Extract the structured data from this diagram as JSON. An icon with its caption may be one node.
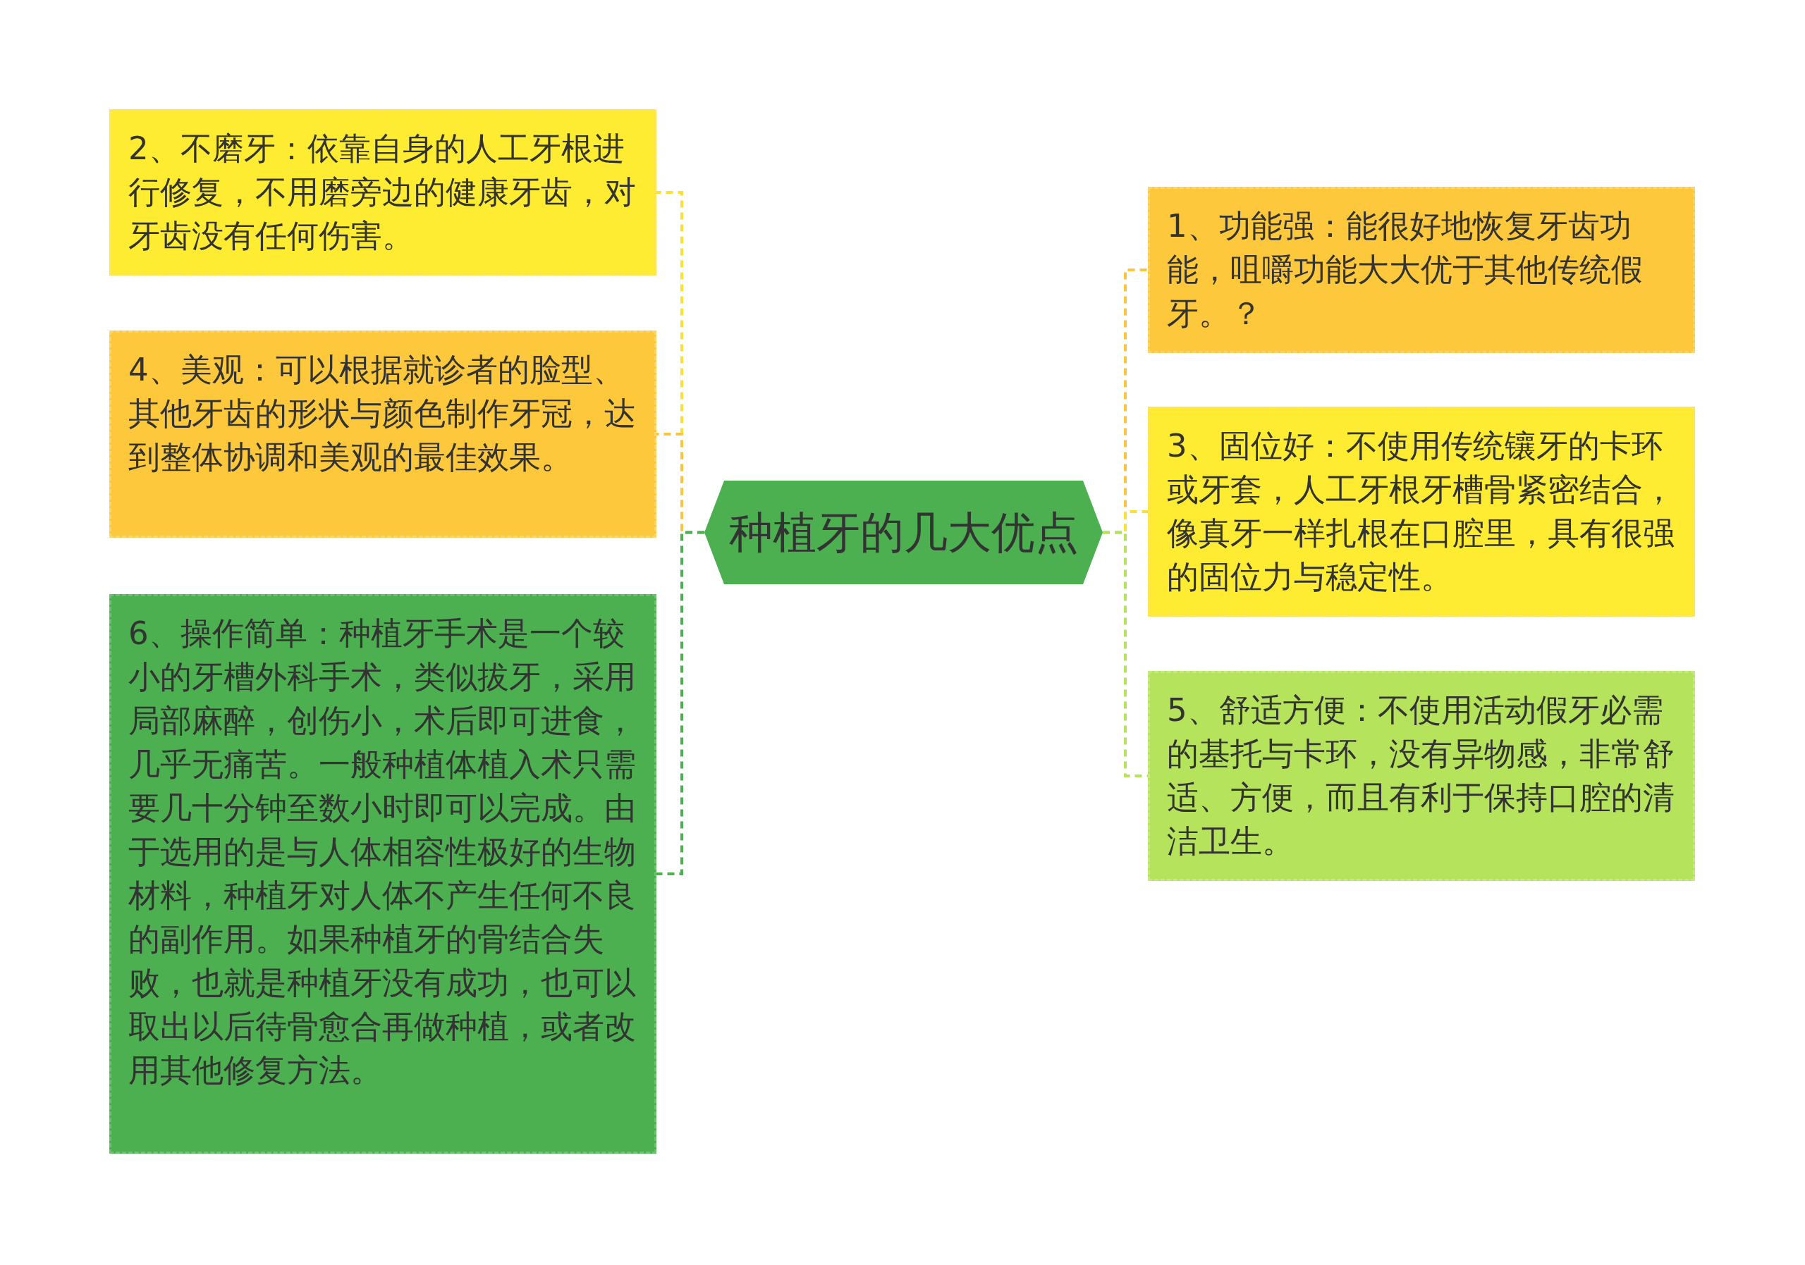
{
  "diagram": {
    "nodes": [
      {
        "text": [
          "种植牙的几大优点"
        ]
      },
      {
        "text": [
          "2、不磨牙：依靠自身的人工牙根进行修复，不用磨旁边的健康牙齿，对牙齿没有任何伤害。"
        ]
      },
      {
        "text": [
          "4、美观：可以根据就诊者的脸型、其他牙齿的形状与颜色制作牙冠，达到整体协调和美观的最佳效果。"
        ]
      },
      {
        "text": [
          "6、操作简单：种植牙手术是一个较小的牙槽外科手术，类似拔牙，采用局部麻醉，创伤小，术后即可进食，几乎无痛苦。一般种植体植入术只需要几十分钟至数小时即可以完成。由于选用的是与人体相容性极好的生物材料，种植牙对人体不产生任何不良的副作用。如果种植牙的骨结合失败，也就是种植牙没有成功，也可以取出以后待骨愈合再做种植，或者改用其他修复方法。"
        ]
      },
      {
        "text": [
          "1、功能强：能很好地恢复牙齿功能，咀嚼功能大大优于其他传统假牙。？"
        ]
      },
      {
        "text": [
          "3、固位好：不使用传统镶牙的卡环或牙套，人工牙根牙槽骨紧密结合，像真牙一样扎根在口腔里，具有很强的固位力与稳定性。"
        ]
      },
      {
        "text": [
          "5、舒适方便：不使用活动假牙必需的基托与卡环，没有异物感，非常舒适、方便，而且有利于保持口腔的清洁卫生。"
        ]
      }
    ],
    "edges": [
      {
        "from": 0,
        "to": 1,
        "arrow": "none",
        "style": "dashed",
        "color": "#fbe232"
      },
      {
        "from": 0,
        "to": 2,
        "arrow": "none",
        "style": "dashed",
        "color": "#fbc63c"
      },
      {
        "from": 0,
        "to": 3,
        "arrow": "none",
        "style": "dashed",
        "color": "#4caf50"
      },
      {
        "from": 0,
        "to": 4,
        "arrow": "none",
        "style": "dashed",
        "color": "#fbc63c"
      },
      {
        "from": 0,
        "to": 5,
        "arrow": "none",
        "style": "dashed",
        "color": "#fbe232"
      },
      {
        "from": 0,
        "to": 6,
        "arrow": "none",
        "style": "dashed",
        "color": "#b5e35b"
      }
    ]
  }
}
